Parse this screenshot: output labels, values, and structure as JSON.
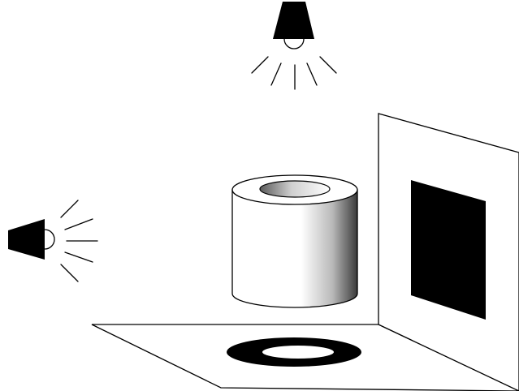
{
  "scene": {
    "background": "#ffffff",
    "stroke_color": "#000000",
    "fill_color": "#000000",
    "objects": [
      "overhead-lamp",
      "side-lamp",
      "hollow-cylinder",
      "floor-plane",
      "wall-plane",
      "ring-shadow-on-floor",
      "rectangle-shadow-on-wall"
    ]
  }
}
